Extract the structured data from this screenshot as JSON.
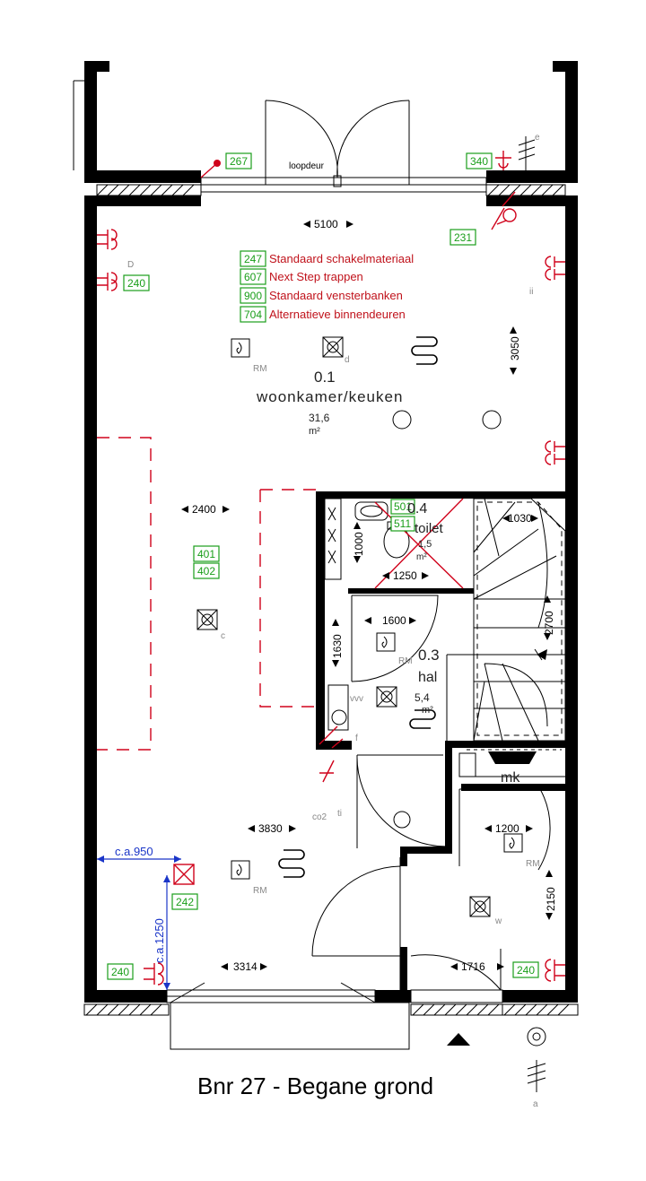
{
  "title": "Bnr 27 - Begane grond",
  "door_label": "loopdeur",
  "legend": [
    {
      "code": "247",
      "text": "Standaard schakelmateriaal"
    },
    {
      "code": "607",
      "text": "Next Step trappen"
    },
    {
      "code": "900",
      "text": "Standaard vensterbanken"
    },
    {
      "code": "704",
      "text": "Alternatieve binnendeuren"
    }
  ],
  "tags": {
    "t267": "267",
    "t340": "340",
    "t231": "231",
    "t240a": "240",
    "t240b": "240",
    "t240c": "240",
    "t401": "401",
    "t402": "402",
    "t501": "501",
    "t511": "511",
    "t242": "242"
  },
  "rooms": {
    "living": {
      "number": "0.1",
      "name": "woonkamer/keuken",
      "area": "31,6",
      "unit": "m²"
    },
    "toilet": {
      "number": "0.4",
      "name": "toilet",
      "area": "1,5",
      "unit": "m²"
    },
    "hal": {
      "number": "0.3",
      "name": "hal",
      "area": "5,4",
      "unit": "m²"
    },
    "mk": {
      "name": "mk"
    }
  },
  "dimensions": {
    "d5100": "5100",
    "d3050": "3050",
    "d2400": "2400",
    "d1030": "1030",
    "d1000": "1000",
    "d1250": "1250",
    "d1600": "1600",
    "d2700": "2700",
    "d1630": "1630",
    "d3830": "3830",
    "d1200": "1200",
    "d2150": "2150",
    "d3314": "3314",
    "d1716": "1716",
    "ca950": "c.a.950",
    "ca1250": "c.a.1250"
  },
  "symbols": {
    "rm": "RM",
    "co2": "co2",
    "f": "f",
    "c": "c",
    "d": "d",
    "e": "e",
    "a": "a",
    "w": "w",
    "vvv": "vvv",
    "ti": "ti",
    "ii": "ii",
    "D": "D"
  },
  "colors": {
    "wall": "#000000",
    "electrical": "#d0021b",
    "tag": "#1a9e1a",
    "reference": "#1a35c8"
  }
}
